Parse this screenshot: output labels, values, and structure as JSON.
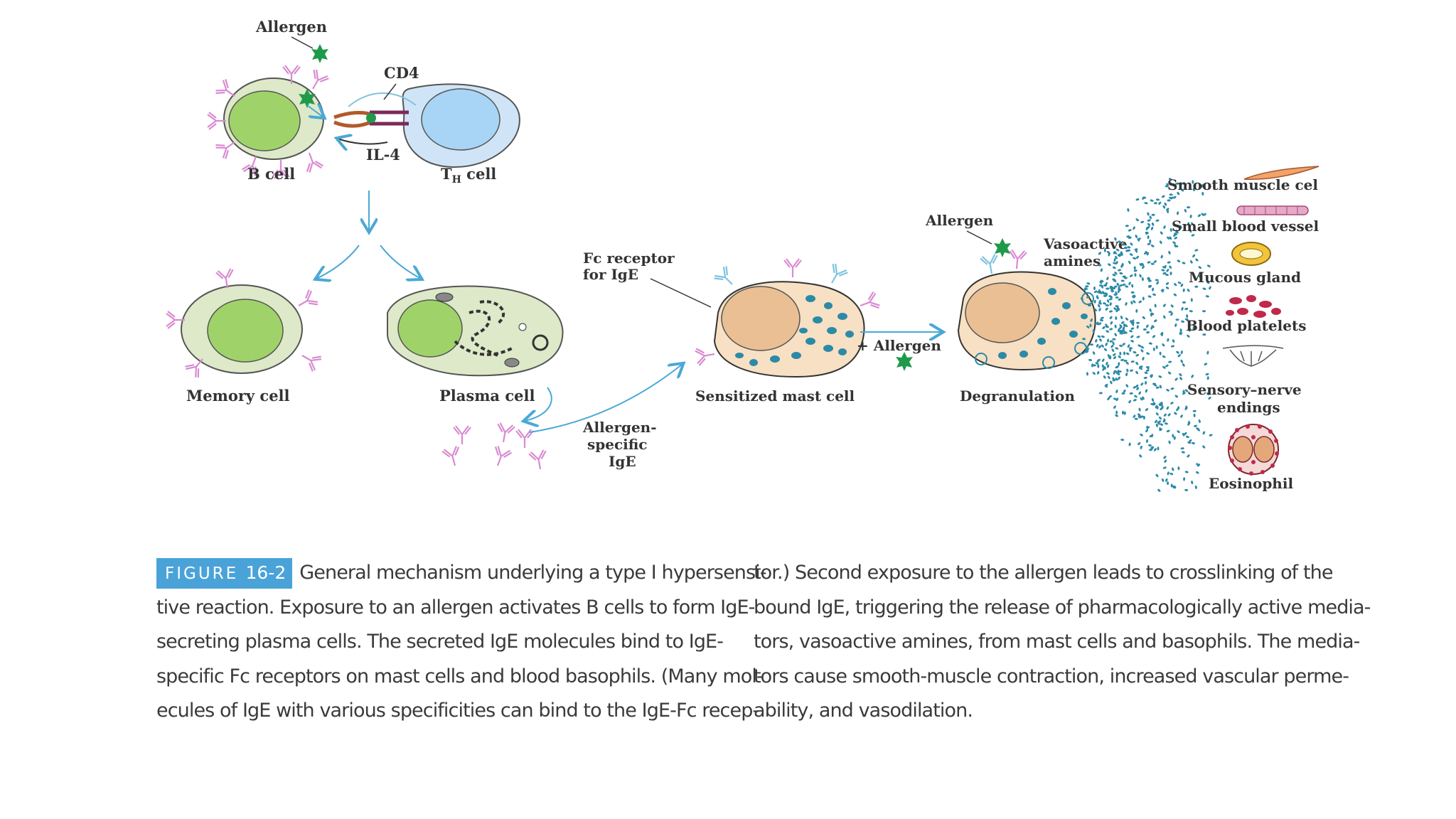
{
  "figure": {
    "labels": {
      "allergen_top": "Allergen",
      "cd4": "CD4",
      "il4": "IL-4",
      "b_cell": "B cell",
      "th_cell_main": "T",
      "th_cell_sub": "H",
      "th_cell_rest": " cell",
      "memory_cell": "Memory cell",
      "plasma_cell": "Plasma cell",
      "allergen_specific_ige_1": "Allergen-",
      "allergen_specific_ige_2": "specific",
      "allergen_specific_ige_3": "IgE",
      "fc_receptor_1": "Fc receptor",
      "fc_receptor_2": "for IgE",
      "sensitized_mast_cell": "Sensitized mast cell",
      "plus_allergen": "+ Allergen",
      "allergen_right": "Allergen",
      "vasoactive_1": "Vasoactive",
      "vasoactive_2": "amines",
      "degranulation": "Degranulation",
      "smooth_muscle": "Smooth muscle cel",
      "small_blood_vessel": "Small blood vessel",
      "mucous_gland": "Mucous gland",
      "blood_platelets": "Blood platelets",
      "sensory_nerve_1": "Sensory–nerve",
      "sensory_nerve_2": "endings",
      "eosinophil": "Eosinophil"
    },
    "colors": {
      "allergen": "#1f9a4a",
      "b_cell_fill": "#dde9c8",
      "nucleus_green": "#9fd36a",
      "th_cell_fill": "#cfe5f7",
      "antibody": "#d98ad2",
      "arrow": "#4aa8d6",
      "mast_fill": "#f7e0c3",
      "mast_nucleus": "#e9bf93",
      "granule": "#2c8aa7"
    }
  },
  "caption": {
    "tag": "FIGURE",
    "number": "16-2",
    "left_lines": [
      "General mechanism underlying a type I hypersensi-",
      "tive reaction. Exposure to an allergen activates B cells to form IgE-",
      "secreting plasma cells. The secreted IgE molecules bind to IgE-",
      "specific Fc receptors on mast cells and blood basophils. (Many mol-",
      "ecules of IgE with various specificities can bind to the IgE-Fc recep-"
    ],
    "right_lines": [
      "tor.) Second exposure to the allergen leads to crosslinking of the",
      "bound IgE, triggering the release of pharmacologically active media-",
      "tors, vasoactive amines, from mast cells and basophils. The media-",
      "tors cause smooth-muscle contraction, increased vascular perme-",
      "ability, and vasodilation."
    ]
  }
}
